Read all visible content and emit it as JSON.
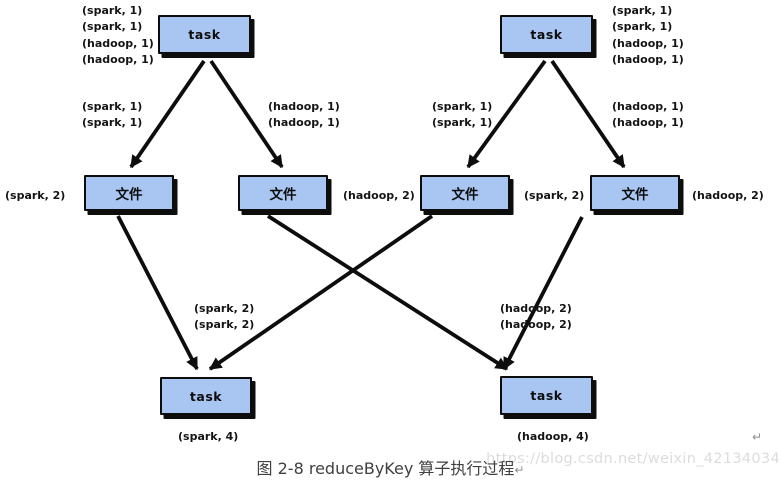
{
  "diagram": {
    "nodes": {
      "task_top_left": "task",
      "task_top_right": "task",
      "file_1": "文件",
      "file_2": "文件",
      "file_3": "文件",
      "file_4": "文件",
      "task_bottom_left": "task",
      "task_bottom_right": "task"
    },
    "labels": {
      "top_left": [
        "(spark, 1)",
        "(spark, 1)",
        "(hadoop, 1)",
        "(hadoop, 1)"
      ],
      "top_right": [
        "(spark, 1)",
        "(spark, 1)",
        "(hadoop, 1)",
        "(hadoop, 1)"
      ],
      "mid_far_left": [
        "(spark, 1)",
        "(spark, 1)"
      ],
      "mid_center_left": [
        "(hadoop, 1)",
        "(hadoop, 1)"
      ],
      "mid_center_right": [
        "(spark, 1)",
        "(spark, 1)"
      ],
      "mid_far_right": [
        "(hadoop, 1)",
        "(hadoop, 1)"
      ],
      "file_1_side": "(spark, 2)",
      "file_2_side": "(hadoop, 2)",
      "file_3_side": "(spark, 2)",
      "file_4_side": "(hadoop, 2)",
      "shuffle_left": [
        "(spark, 2)",
        "(spark, 2)"
      ],
      "shuffle_right": [
        "(hadoop, 2)",
        "(hadoop, 2)"
      ],
      "result_left": "(spark, 4)",
      "result_right": "(hadoop, 4)"
    },
    "caption": "图 2-8 reduceByKey 算子执行过程",
    "return_mark": "↵",
    "paragraph_mark": "↵",
    "watermark": "https://blog.csdn.net/weixin_42134034",
    "colors": {
      "node_fill": "#a8c6f1",
      "node_border": "#0d0d0d",
      "arrow": "#0d0d0d",
      "label_text": "#141414",
      "caption_text": "#404040",
      "watermark_text": "#dcdcdc"
    }
  }
}
